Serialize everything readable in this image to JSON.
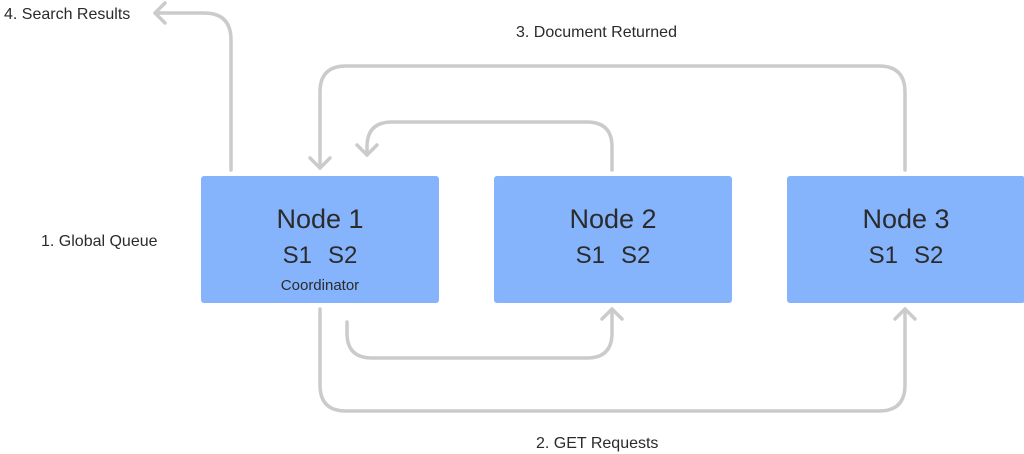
{
  "colors": {
    "node_fill": "#85b4fd",
    "arrow": "#cbcbcb",
    "text": "#2b2b2b"
  },
  "nodes": [
    {
      "title": "Node 1",
      "shard_a": "S1",
      "shard_b": "S2",
      "role": "Coordinator"
    },
    {
      "title": "Node 2",
      "shard_a": "S1",
      "shard_b": "S2"
    },
    {
      "title": "Node 3",
      "shard_a": "S1",
      "shard_b": "S2"
    }
  ],
  "steps": {
    "global_queue": "1. Global Queue",
    "get_requests": "2. GET Requests",
    "document_returned": "3. Document Returned",
    "search_results": "4. Search Results"
  }
}
